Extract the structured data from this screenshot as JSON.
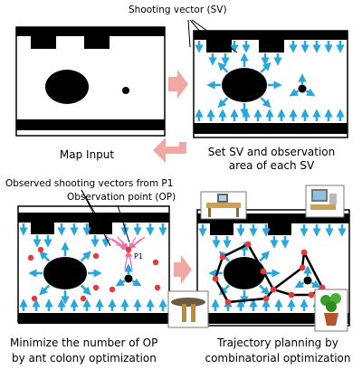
{
  "labels": {
    "shooting_vector": "Shooting vector (SV)",
    "map_input": "Map Input",
    "set_sv_line1": "Set SV and observation",
    "set_sv_line2": "area of each SV",
    "observed_sv": "Observed shooting vectors from P1",
    "observation_point": "Observation point (OP)",
    "p1": "P1",
    "minimize_line1": "Minimize the number of OP",
    "minimize_line2": "by ant colony optimization",
    "trajectory_line1": "Trajectory planning by",
    "trajectory_line2": "combinatorial optimization"
  },
  "icons": [
    "desk-computer-icon",
    "computer-icon",
    "table-icon",
    "potted-plant-icon"
  ],
  "colors": {
    "wall": "#000000",
    "vector": "#2aa6dd",
    "op": "#e8383d",
    "observed": "#ee6aa7",
    "flow_arrow": "#f0a8a2",
    "border": "#000000"
  }
}
